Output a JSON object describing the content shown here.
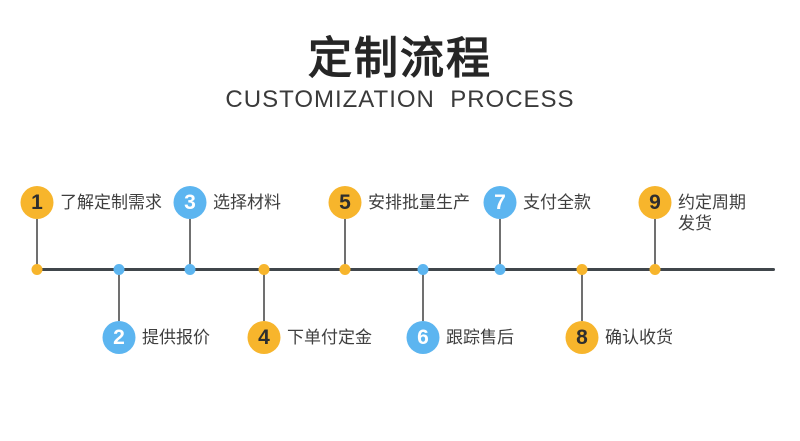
{
  "header": {
    "title": "定制流程",
    "subtitle": "CUSTOMIZATION  PROCESS"
  },
  "steps": [
    {
      "num": "1",
      "label": "了解定制需求",
      "color": "yellow",
      "side": "top"
    },
    {
      "num": "2",
      "label": "提供报价",
      "color": "blue",
      "side": "bottom"
    },
    {
      "num": "3",
      "label": "选择材料",
      "color": "blue",
      "side": "top"
    },
    {
      "num": "4",
      "label": "下单付定金",
      "color": "yellow",
      "side": "bottom"
    },
    {
      "num": "5",
      "label": "安排批量生产",
      "color": "yellow",
      "side": "top"
    },
    {
      "num": "6",
      "label": "跟踪售后",
      "color": "blue",
      "side": "bottom"
    },
    {
      "num": "7",
      "label": "支付全款",
      "color": "blue",
      "side": "top"
    },
    {
      "num": "8",
      "label": "确认收货",
      "color": "yellow",
      "side": "bottom"
    },
    {
      "num": "9",
      "label": "约定周期发货",
      "color": "yellow",
      "side": "top"
    }
  ],
  "colors": {
    "yellow": "#F7B52C",
    "blue": "#5CB5F0",
    "line": "#40464B",
    "stem": "#707070",
    "label_text": "#3F3F3F",
    "title_text": "#262626"
  }
}
